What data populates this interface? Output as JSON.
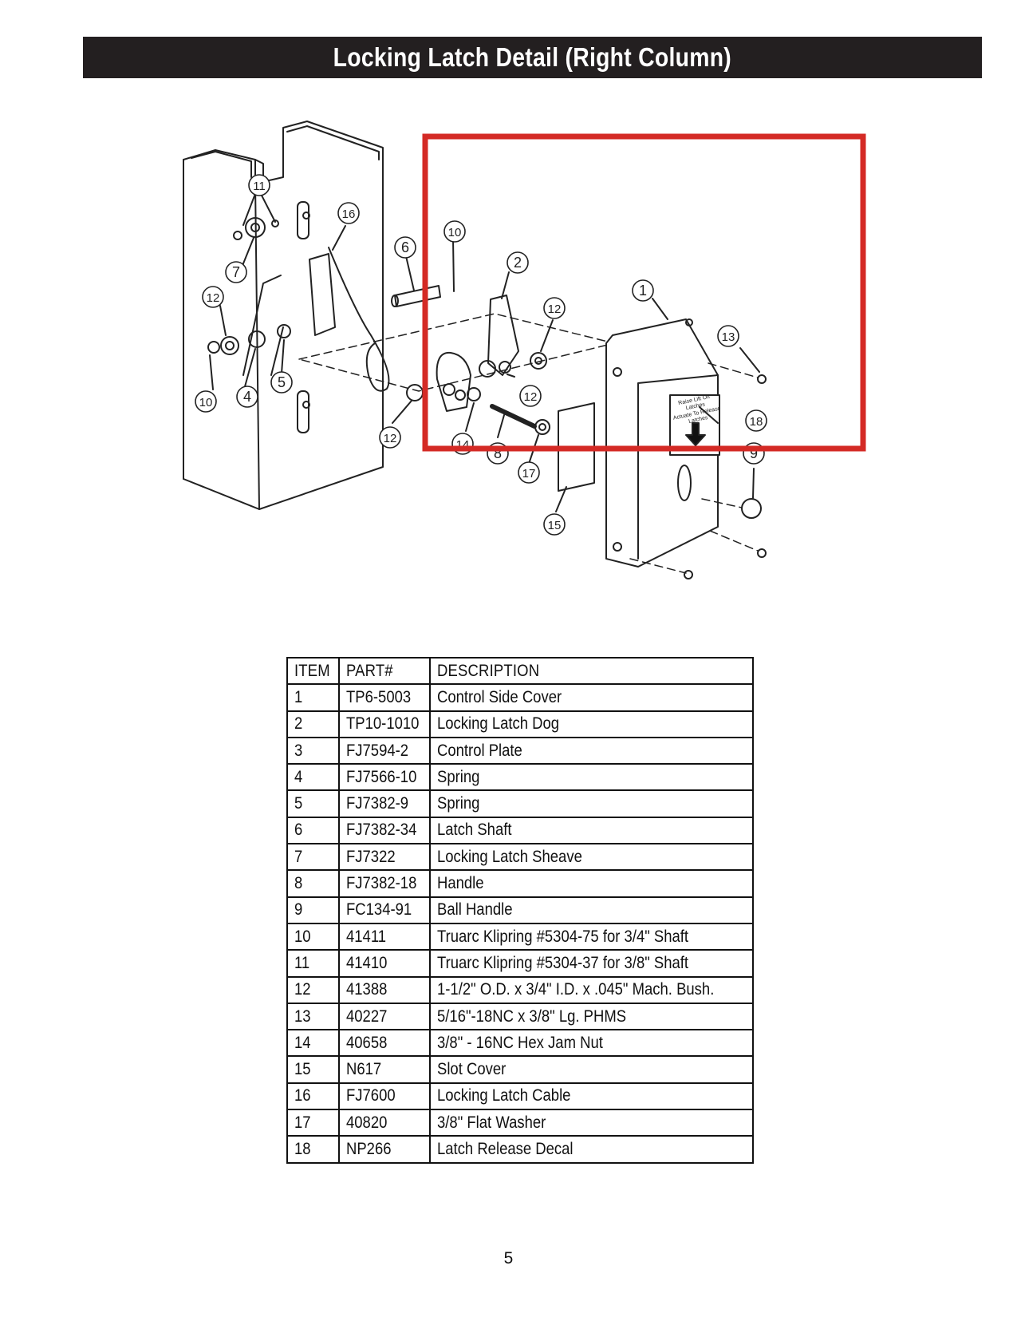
{
  "header": {
    "title": "Locking Latch Detail (Right Column)"
  },
  "diagram": {
    "callouts": [
      "1",
      "2",
      "4",
      "5",
      "6",
      "7",
      "8",
      "9",
      "10",
      "10",
      "11",
      "12",
      "12",
      "12",
      "12",
      "13",
      "14",
      "15",
      "16",
      "17",
      "18"
    ],
    "decal_text": [
      "Raise Lift Off",
      "Latches",
      "Actuate To Release",
      "Latches"
    ],
    "highlight_color": "#d42a25"
  },
  "table": {
    "headers": [
      "ITEM",
      "PART#",
      "DESCRIPTION"
    ],
    "rows": [
      [
        "1",
        "TP6-5003",
        "Control Side Cover"
      ],
      [
        "2",
        "TP10-1010",
        "Locking Latch Dog"
      ],
      [
        "3",
        "FJ7594-2",
        "Control Plate"
      ],
      [
        "4",
        "FJ7566-10",
        "Spring"
      ],
      [
        "5",
        "FJ7382-9",
        "Spring"
      ],
      [
        "6",
        "FJ7382-34",
        "Latch Shaft"
      ],
      [
        "7",
        "FJ7322",
        "Locking Latch Sheave"
      ],
      [
        "8",
        "FJ7382-18",
        "Handle"
      ],
      [
        "9",
        "FC134-91",
        "Ball Handle"
      ],
      [
        "10",
        "41411",
        "Truarc Klipring #5304-75 for 3/4\" Shaft"
      ],
      [
        "11",
        "41410",
        "Truarc Klipring #5304-37 for 3/8\" Shaft"
      ],
      [
        "12",
        "41388",
        "1-1/2\" O.D. x 3/4\" I.D. x .045\" Mach. Bush."
      ],
      [
        "13",
        "40227",
        "5/16\"-18NC x 3/8\" Lg. PHMS"
      ],
      [
        "14",
        "40658",
        "3/8\" - 16NC Hex Jam Nut"
      ],
      [
        "15",
        "N617",
        "Slot Cover"
      ],
      [
        "16",
        "FJ7600",
        "Locking Latch Cable"
      ],
      [
        "17",
        "40820",
        "3/8\" Flat Washer"
      ],
      [
        "18",
        "NP266",
        "Latch Release Decal"
      ]
    ]
  },
  "footer": {
    "page_number": "5"
  }
}
